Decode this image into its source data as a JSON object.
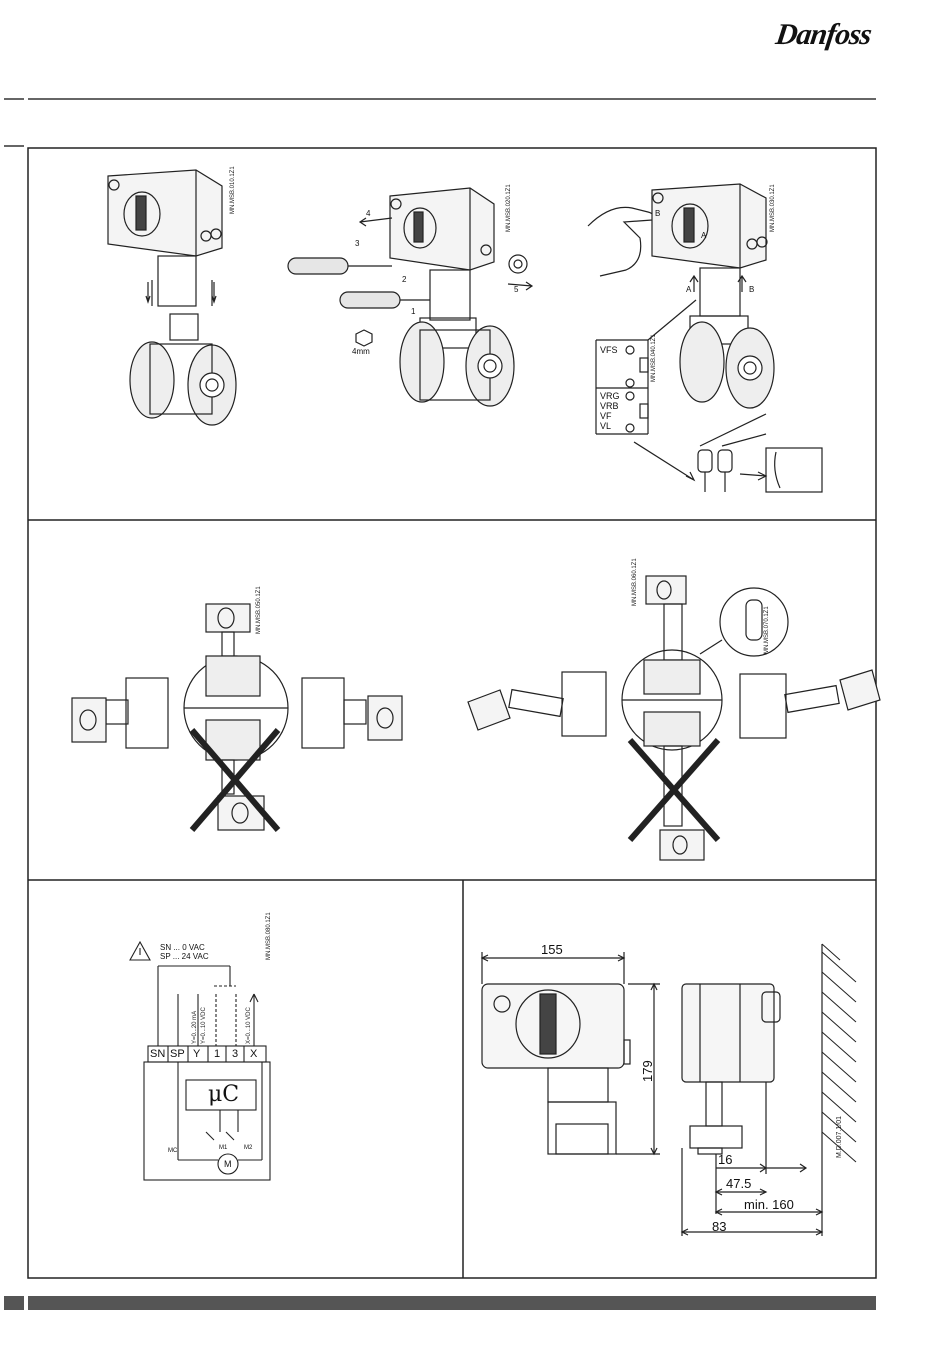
{
  "header": {
    "brand": "Danfoss"
  },
  "step1": {
    "code": "MN.MSB.010.1Z1"
  },
  "step2": {
    "code": "MN.MSB.020.1Z1",
    "callouts": [
      "1",
      "2",
      "3",
      "4",
      "5"
    ],
    "tool": "4mm"
  },
  "step3": {
    "code": "MN.MSB.030.1Z1",
    "mark_a": "A",
    "mark_b": "B",
    "terminal_code": "MN.MSB.040.1Z1",
    "vfs_label": "VFS",
    "valve_list": [
      "VRG",
      "VRB",
      "VF",
      "VL"
    ]
  },
  "mount_left": {
    "code": "MN.MSB.050.1Z1"
  },
  "mount_right": {
    "code": "MN.MSB.060.1Z1",
    "detail_code": "MN.MSB.070.1Z1"
  },
  "wiring": {
    "code": "MN.MSB.080.1Z1",
    "warning_lines": [
      "SN  ...  0  VAC",
      "SP  ...  24  VAC"
    ],
    "signals": [
      "Y=0...20 mA",
      "Y=0...10 VDC",
      "X=0...10 VDC"
    ],
    "terminals": [
      "SN",
      "SP",
      "Y",
      "1",
      "3",
      "X"
    ],
    "controller": "μC",
    "motor": "M",
    "labels_bottom": [
      "MC",
      "M1",
      "M2"
    ]
  },
  "dimensions": {
    "code": "M.D.007.1/01",
    "width": "155",
    "height": "179",
    "d16": "16",
    "d47": "47.5",
    "min160": "min. 160",
    "d83": "83"
  }
}
